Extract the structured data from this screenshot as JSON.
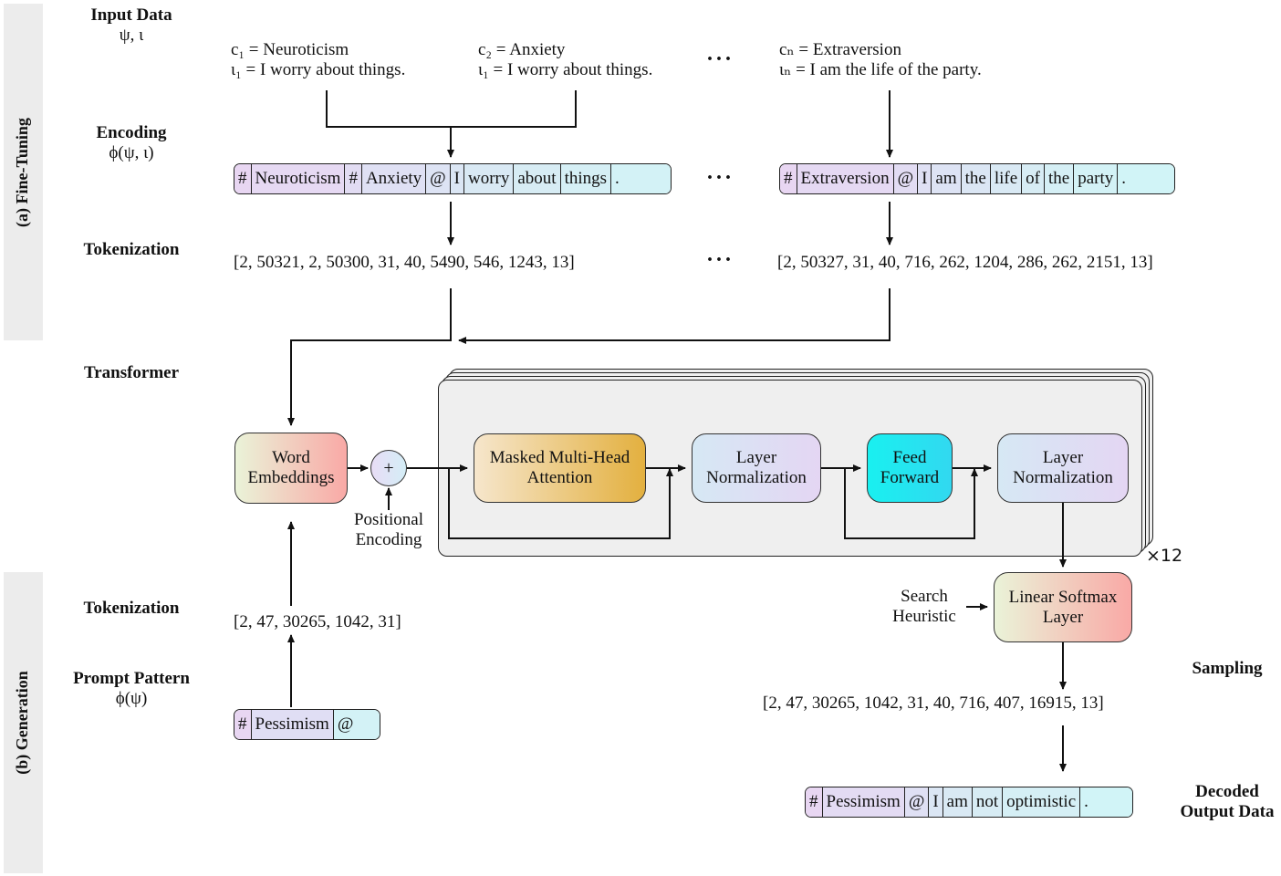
{
  "sections": {
    "fine_tuning": "(a) Fine-Tuning",
    "generation": "(b) Generation"
  },
  "row_labels": {
    "input_data": {
      "title": "Input Data",
      "sub": "ψ, ι"
    },
    "encoding": {
      "title": "Encoding",
      "sub": "ϕ(ψ, ι)"
    },
    "tokenization_a": {
      "title": "Tokenization"
    },
    "transformer": {
      "title": "Transformer"
    },
    "tokenization_b": {
      "title": "Tokenization"
    },
    "prompt_pattern": {
      "title": "Prompt Pattern",
      "sub": "ϕ(ψ)"
    },
    "sampling": {
      "title": "Sampling"
    },
    "decoded_line1": "Decoded",
    "decoded_line2": "Output Data"
  },
  "inputs": [
    {
      "c": "c₁ = Neuroticism",
      "i": "ι₁ = I worry about things."
    },
    {
      "c": "c₂ = Anxiety",
      "i": "ι₁ = I worry about things."
    },
    {
      "c": "cₙ = Extraversion",
      "i": "ιₙ = I am the life of the party."
    }
  ],
  "ellipsis": "···",
  "encoding_tokens_1": [
    {
      "t": "#",
      "c": "#e8d6f2"
    },
    {
      "t": "Neuroticism",
      "c": "#e6d9f3"
    },
    {
      "t": "#",
      "c": "#e2dcf3"
    },
    {
      "t": "Anxiety",
      "c": "#dfe0f4"
    },
    {
      "t": "@",
      "c": "#dde3f4"
    },
    {
      "t": "I",
      "c": "#dbe6f4"
    },
    {
      "t": "worry",
      "c": "#d9e9f4"
    },
    {
      "t": "about",
      "c": "#d7ecf4"
    },
    {
      "t": "things",
      "c": "#d5eff5"
    },
    {
      "t": ".",
      "c": "#d3f2f6"
    }
  ],
  "encoding_tokens_n": [
    {
      "t": "#",
      "c": "#e8d6f2"
    },
    {
      "t": "Extraversion",
      "c": "#e5d9f3"
    },
    {
      "t": "@",
      "c": "#e2dcf3"
    },
    {
      "t": "I",
      "c": "#dfe0f4"
    },
    {
      "t": "am",
      "c": "#dde3f4"
    },
    {
      "t": "the",
      "c": "#dbe6f4"
    },
    {
      "t": "life",
      "c": "#d9e9f4"
    },
    {
      "t": "of",
      "c": "#d7ecf4"
    },
    {
      "t": "the",
      "c": "#d5eff5"
    },
    {
      "t": "party",
      "c": "#d3f2f6"
    },
    {
      "t": ".",
      "c": "#d1f4f7"
    }
  ],
  "token_ids_1": "[2, 50321, 2, 50300, 31, 40, 5490, 546, 1243, 13]",
  "token_ids_n": "[2, 50327, 31, 40, 716, 262, 1204, 286, 262, 2151, 13]",
  "transformer": {
    "word_embeddings": "Word Embeddings",
    "plus": "+",
    "positional_encoding": "Positional Encoding",
    "attention": "Masked Multi-Head Attention",
    "layer_norm_1": "Layer Normalization",
    "feed_forward": "Feed Forward",
    "layer_norm_2": "Layer Normalization",
    "repeat": "×12",
    "linear_softmax": "Linear Softmax Layer",
    "search_heuristic": "Search Heuristic"
  },
  "generation": {
    "token_ids": "[2, 47, 30265, 1042, 31]",
    "prompt_tokens": [
      {
        "t": "#",
        "c": "#e8d6f2"
      },
      {
        "t": "Pessimism",
        "c": "#e0def4"
      },
      {
        "t": "@",
        "c": "#d3f2f6"
      }
    ],
    "sampled_ids": "[2, 47, 30265, 1042, 31, 40, 716, 407, 16915, 13]",
    "output_tokens": [
      {
        "t": "#",
        "c": "#e8d6f2"
      },
      {
        "t": "Pessimism",
        "c": "#e3dbf3"
      },
      {
        "t": "@",
        "c": "#dfe0f4"
      },
      {
        "t": "I",
        "c": "#dbe6f4"
      },
      {
        "t": "am",
        "c": "#d9e9f4"
      },
      {
        "t": "not",
        "c": "#d7ecf4"
      },
      {
        "t": "optimistic",
        "c": "#d5eff5"
      },
      {
        "t": ".",
        "c": "#d1f4f7"
      }
    ]
  }
}
